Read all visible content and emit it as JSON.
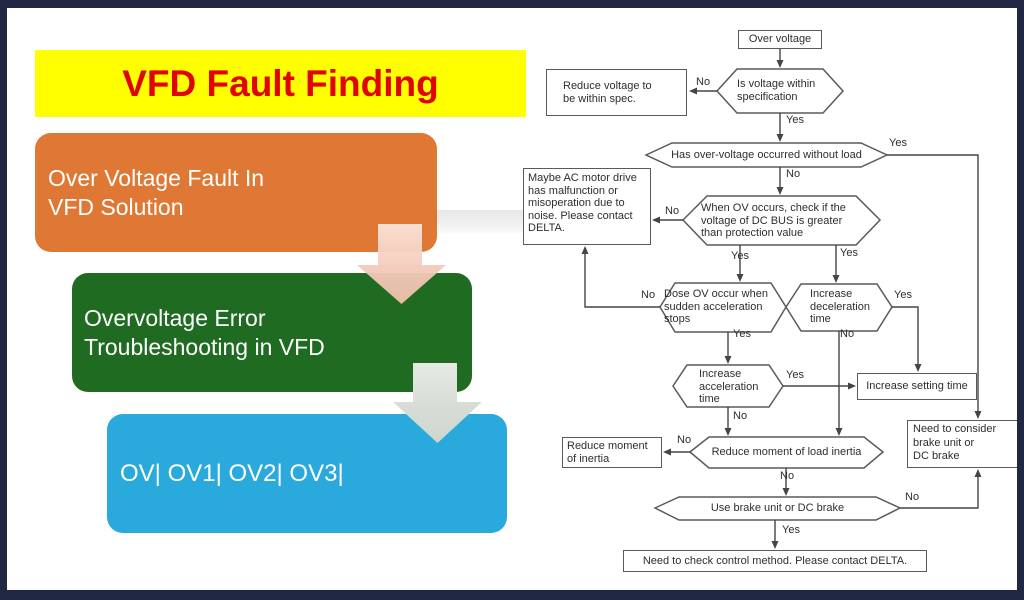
{
  "slide": {
    "title": "VFD Fault Finding",
    "cards": [
      {
        "text": "Over Voltage Fault In\nVFD Solution",
        "color": "#DE7834"
      },
      {
        "text": "Overvoltage Error\nTroubleshooting in VFD",
        "color": "#1E6B21"
      },
      {
        "text": "OV| OV1| OV2| OV3|",
        "color": "#29A9DC"
      }
    ],
    "colors": {
      "frame": "#1F2742",
      "banner": "#FFFF00",
      "title_text": "#E00505",
      "flow_line": "#454545"
    }
  },
  "flowchart": {
    "nodes": {
      "over_voltage": "Over voltage",
      "is_voltage_within": "Is voltage within\nspecification",
      "reduce_voltage": "Reduce voltage to\nbe within spec.",
      "has_over_voltage": "Has over-voltage occurred without load",
      "maybe_ac": "Maybe AC motor drive\nhas malfunction or\nmisoperation due to\nnoise. Please contact\nDELTA.",
      "when_ov": "When OV occurs, check if the\nvoltage of DC BUS is greater\nthan protection value",
      "dose_ov": "Dose OV occur when\nsudden acceleration\nstops",
      "increase_decel": "Increase\ndeceleration\ntime",
      "increase_accel": "Increase\nacceleration\ntime",
      "increase_setting": "Increase setting time",
      "reduce_moment": "Reduce moment\nof inertia",
      "reduce_load_inertia": "Reduce moment of load inertia",
      "need_consider": "Need to consider\nbrake unit or\nDC brake",
      "use_brake": "Use brake unit or DC brake",
      "need_check": "Need to check control method. Please contact DELTA."
    },
    "labels": {
      "yes": "Yes",
      "no": "No"
    }
  }
}
